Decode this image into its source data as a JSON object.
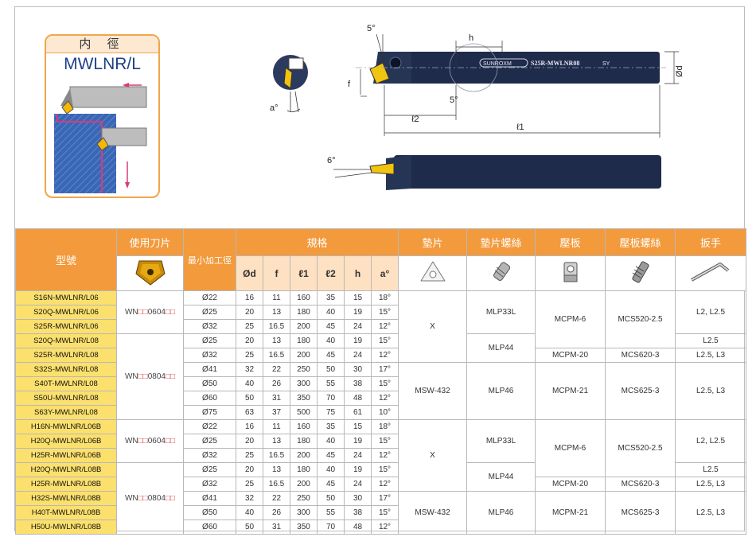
{
  "card": {
    "title": "内 徑",
    "subtitle": "MWLNR/L"
  },
  "drawing": {
    "angle_top": "5°",
    "h_label": "h",
    "angle_mid": "5°",
    "f_label": "f",
    "l2_label": "ℓ2",
    "l1_label": "ℓ1",
    "d_label": "Ød",
    "a_label": "a°",
    "angle_side": "6°",
    "brand": "SUNROXM",
    "marking": "S25R-MWLNR08",
    "marking2": "SY"
  },
  "table": {
    "headers": {
      "model": "型號",
      "insert": "使用刀片",
      "min_bore": "最小加工徑",
      "spec": "規格",
      "shim": "墊片",
      "shim_screw": "墊片螺絲",
      "clamp": "壓板",
      "clamp_screw": "壓板螺絲",
      "wrench": "扳手",
      "d": "Ød",
      "f": "f",
      "l1": "ℓ1",
      "l2": "ℓ2",
      "h": "h",
      "a": "a°"
    },
    "inserts": {
      "g1": "WN□□0604□□",
      "g2": "WN□□0804□□",
      "g3": "WN□□0604□□",
      "g4": "WN□□0804□□"
    },
    "rows": [
      {
        "model": "S16N-MWLNR/L06",
        "min": "Ø22",
        "d": "16",
        "f": "11",
        "l1": "160",
        "l2": "35",
        "h": "15",
        "a": "18°"
      },
      {
        "model": "S20Q-MWLNR/L06",
        "min": "Ø25",
        "d": "20",
        "f": "13",
        "l1": "180",
        "l2": "40",
        "h": "19",
        "a": "15°"
      },
      {
        "model": "S25R-MWLNR/L06",
        "min": "Ø32",
        "d": "25",
        "f": "16.5",
        "l1": "200",
        "l2": "45",
        "h": "24",
        "a": "12°"
      },
      {
        "model": "S20Q-MWLNR/L08",
        "min": "Ø25",
        "d": "20",
        "f": "13",
        "l1": "180",
        "l2": "40",
        "h": "19",
        "a": "15°"
      },
      {
        "model": "S25R-MWLNR/L08",
        "min": "Ø32",
        "d": "25",
        "f": "16.5",
        "l1": "200",
        "l2": "45",
        "h": "24",
        "a": "12°"
      },
      {
        "model": "S32S-MWLNR/L08",
        "min": "Ø41",
        "d": "32",
        "f": "22",
        "l1": "250",
        "l2": "50",
        "h": "30",
        "a": "17°"
      },
      {
        "model": "S40T-MWLNR/L08",
        "min": "Ø50",
        "d": "40",
        "f": "26",
        "l1": "300",
        "l2": "55",
        "h": "38",
        "a": "15°"
      },
      {
        "model": "S50U-MWLNR/L08",
        "min": "Ø60",
        "d": "50",
        "f": "31",
        "l1": "350",
        "l2": "70",
        "h": "48",
        "a": "12°"
      },
      {
        "model": "S63Y-MWLNR/L08",
        "min": "Ø75",
        "d": "63",
        "f": "37",
        "l1": "500",
        "l2": "75",
        "h": "61",
        "a": "10°"
      },
      {
        "model": "H16N-MWLNR/L06B",
        "min": "Ø22",
        "d": "16",
        "f": "11",
        "l1": "160",
        "l2": "35",
        "h": "15",
        "a": "18°"
      },
      {
        "model": "H20Q-MWLNR/L06B",
        "min": "Ø25",
        "d": "20",
        "f": "13",
        "l1": "180",
        "l2": "40",
        "h": "19",
        "a": "15°"
      },
      {
        "model": "H25R-MWLNR/L06B",
        "min": "Ø32",
        "d": "25",
        "f": "16.5",
        "l1": "200",
        "l2": "45",
        "h": "24",
        "a": "12°"
      },
      {
        "model": "H20Q-MWLNR/L08B",
        "min": "Ø25",
        "d": "20",
        "f": "13",
        "l1": "180",
        "l2": "40",
        "h": "19",
        "a": "15°"
      },
      {
        "model": "H25R-MWLNR/L08B",
        "min": "Ø32",
        "d": "25",
        "f": "16.5",
        "l1": "200",
        "l2": "45",
        "h": "24",
        "a": "12°"
      },
      {
        "model": "H32S-MWLNR/L08B",
        "min": "Ø41",
        "d": "32",
        "f": "22",
        "l1": "250",
        "l2": "50",
        "h": "30",
        "a": "17°"
      },
      {
        "model": "H40T-MWLNR/L08B",
        "min": "Ø50",
        "d": "40",
        "f": "26",
        "l1": "300",
        "l2": "55",
        "h": "38",
        "a": "15°"
      },
      {
        "model": "H50U-MWLNR/L08B",
        "min": "Ø60",
        "d": "50",
        "f": "31",
        "l1": "350",
        "l2": "70",
        "h": "48",
        "a": "12°"
      }
    ],
    "acc": {
      "x1": "X",
      "x2": "X",
      "msw1": "MSW-432",
      "msw2": "MSW-432",
      "mlp33l_1": "MLP33L",
      "mlp44_1": "MLP44",
      "mlp46_1": "MLP46",
      "mlp33l_2": "MLP33L",
      "mlp44_2": "MLP44",
      "mlp46_2": "MLP46",
      "mcpm6_1": "MCPM-6",
      "mcpm20_1": "MCPM-20",
      "mcpm21_1": "MCPM-21",
      "mcpm6_2": "MCPM-6",
      "mcpm20_2": "MCPM-20",
      "mcpm21_2": "MCPM-21",
      "mcs520_1": "MCS520-2.5",
      "mcs620_1": "MCS620-3",
      "mcs625_1": "MCS625-3",
      "mcs520_2": "MCS520-2.5",
      "mcs620_2": "MCS620-3",
      "mcs625_2": "MCS625-3",
      "w1": "L2, L2.5",
      "w2": "L2.5",
      "w3": "L2.5, L3",
      "w4": "L2.5, L3",
      "w5": "L2, L2.5",
      "w6": "L2.5",
      "w7": "L2.5, L3",
      "w8": "L2.5, L3"
    }
  }
}
